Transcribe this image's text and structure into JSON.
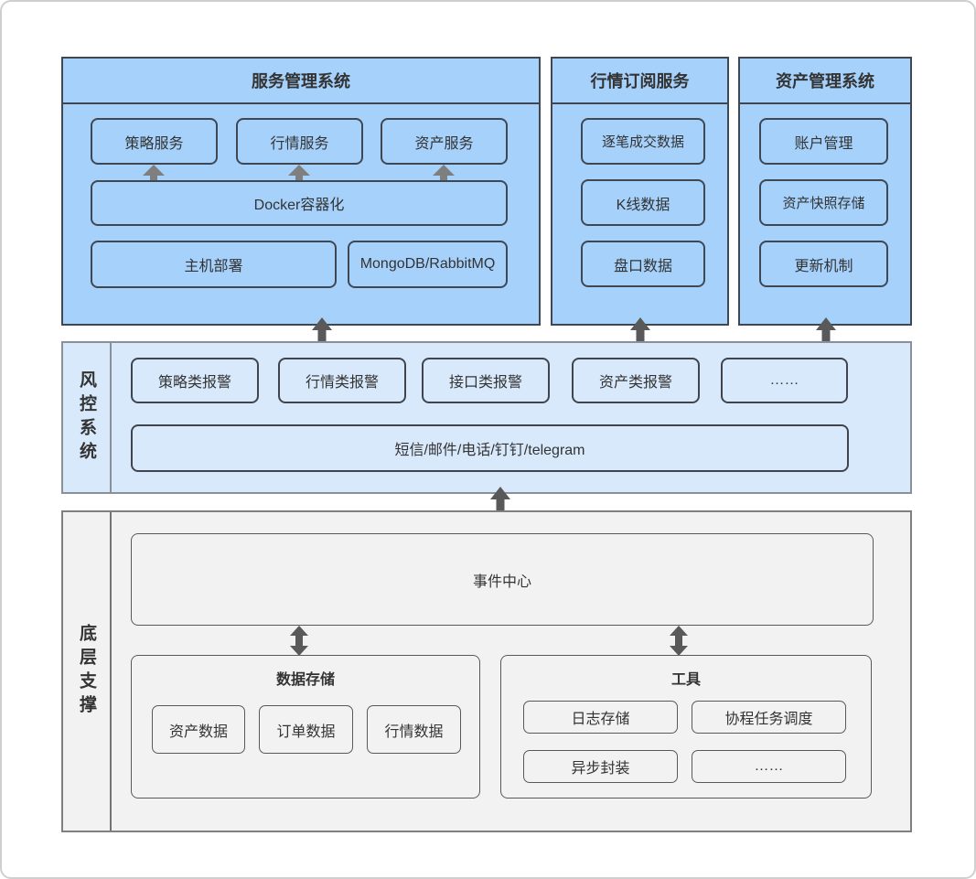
{
  "colors": {
    "section_fill": "#a6d1fb",
    "section_border": "#3f4753",
    "risk_band_fill": "#d9e9fc",
    "risk_band_border": "#8a9099",
    "base_band_fill": "#f2f2f2",
    "base_band_border": "#7f7f7f",
    "arrow_dark": "#595959",
    "arrow_gray": "#7f7f7f",
    "text": "#333333"
  },
  "service_mgmt": {
    "title": "服务管理系统",
    "services": [
      "策略服务",
      "行情服务",
      "资产服务"
    ],
    "docker": "Docker容器化",
    "host": "主机部署",
    "middleware": "MongoDB/RabbitMQ"
  },
  "market_sub": {
    "title": "行情订阅服务",
    "items": [
      "逐笔成交数据",
      "K线数据",
      "盘口数据"
    ]
  },
  "asset_mgmt": {
    "title": "资产管理系统",
    "items": [
      "账户管理",
      "资产快照存储",
      "更新机制"
    ]
  },
  "risk": {
    "label": "风控系统",
    "alarms": [
      "策略类报警",
      "行情类报警",
      "接口类报警",
      "资产类报警",
      "……"
    ],
    "channels": "短信/邮件/电话/钉钉/telegram"
  },
  "base": {
    "label": "底层支撑",
    "event_center": "事件中心",
    "storage": {
      "title": "数据存储",
      "items": [
        "资产数据",
        "订单数据",
        "行情数据"
      ]
    },
    "tools": {
      "title": "工具",
      "items": [
        "日志存储",
        "协程任务调度",
        "异步封装",
        "……"
      ]
    }
  }
}
